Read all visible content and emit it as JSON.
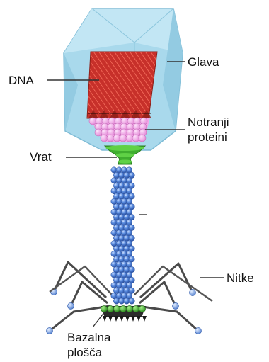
{
  "labels": {
    "dna": "DNA",
    "head": "Glava",
    "inner_proteins_line1": "Notranji",
    "inner_proteins_line2": "proteini",
    "neck": "Vrat",
    "fibers": "Nitke",
    "baseplate_line1": "Bazalna",
    "baseplate_line2": "plošča"
  },
  "colors": {
    "capsid": "#a9d9ec",
    "capsid_edge": "#7fbcd6",
    "dna": "#d23b2e",
    "proteins": "#f4a6e8",
    "neck": "#3fae2f",
    "tail": "#4a7fd1",
    "fiber": "#4a4a4a",
    "fiber_tip": "#6f9de6",
    "leader": "#333333"
  }
}
